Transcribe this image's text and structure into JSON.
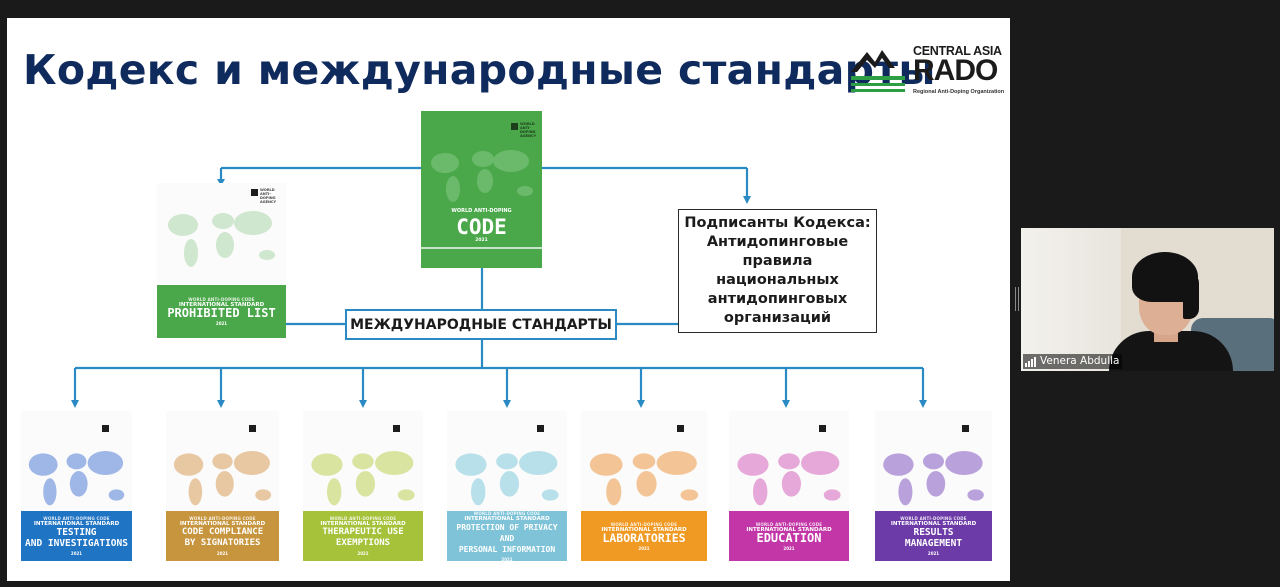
{
  "slide": {
    "title": "Кодекс и международные стандарты",
    "logo": {
      "top": "CENTRAL ASIA",
      "main": "RADO",
      "sub": "Regional Anti-Doping Organization"
    },
    "code": {
      "org": "WORLD ANTI-DOPING AGENCY",
      "kicker": "WORLD ANTI-DOPING",
      "name": "CODE",
      "year": "2021",
      "color": "#4aa84a"
    },
    "prohibited": {
      "org": "WORLD ANTI-DOPING AGENCY",
      "kicker": "WORLD ANTI-DOPING CODE",
      "kind": "INTERNATIONAL STANDARD",
      "name": "PROHIBITED LIST",
      "year": "2021",
      "color": "#4aa84a"
    },
    "signatories_text": "Подписанты Кодекса: Антидопинговые правила национальных антидопинговых организаций",
    "intl_standards_label": "МЕЖДУНАРОДНЫЕ СТАНДАРТЫ",
    "standards": [
      {
        "kicker": "WORLD ANTI-DOPING CODE",
        "kind": "INTERNATIONAL STANDARD",
        "name": "TESTING AND INVESTIGATIONS",
        "year": "2021",
        "color": "#1f74c4",
        "map": "#9fb7e6"
      },
      {
        "kicker": "WORLD ANTI-DOPING CODE",
        "kind": "INTERNATIONAL STANDARD",
        "name": "CODE COMPLIANCE BY SIGNATORIES",
        "year": "2021",
        "color": "#c7953e",
        "map": "#e8c8a3"
      },
      {
        "kicker": "WORLD ANTI-DOPING CODE",
        "kind": "INTERNATIONAL STANDARD",
        "name": "THERAPEUTIC USE EXEMPTIONS",
        "year": "2021",
        "color": "#a6c23a",
        "map": "#d9e4a0"
      },
      {
        "kicker": "WORLD ANTI-DOPING CODE",
        "kind": "INTERNATIONAL STANDARD",
        "name": "PROTECTION OF PRIVACY AND PERSONAL INFORMATION",
        "year": "2021",
        "color": "#7fc3d8",
        "map": "#b8e0ea"
      },
      {
        "kicker": "WORLD ANTI-DOPING CODE",
        "kind": "INTERNATIONAL STANDARD",
        "name": "LABORATORIES",
        "year": "2021",
        "color": "#f09a24",
        "map": "#f3c596"
      },
      {
        "kicker": "WORLD ANTI-DOPING CODE",
        "kind": "INTERNATIONAL STANDARD",
        "name": "EDUCATION",
        "year": "2021",
        "color": "#c236a7",
        "map": "#e6a7d9"
      },
      {
        "kicker": "WORLD ANTI-DOPING CODE",
        "kind": "INTERNATIONAL STANDARD",
        "name": "RESULTS MANAGEMENT",
        "year": "2021",
        "color": "#6d3ba8",
        "map": "#b9a1dc"
      }
    ],
    "standard_labels": {
      "s0": [
        "TESTING",
        "AND INVESTIGATIONS"
      ],
      "s1": [
        "CODE COMPLIANCE",
        "BY SIGNATORIES"
      ],
      "s2": [
        "THERAPEUTIC USE",
        "EXEMPTIONS"
      ],
      "s3": [
        "PROTECTION OF PRIVACY AND",
        "PERSONAL INFORMATION"
      ],
      "s4": [
        "LABORATORIES"
      ],
      "s5": [
        "EDUCATION"
      ],
      "s6": [
        "RESULTS",
        "MANAGEMENT"
      ]
    }
  },
  "participant": {
    "name": "Venera Abdulla"
  }
}
